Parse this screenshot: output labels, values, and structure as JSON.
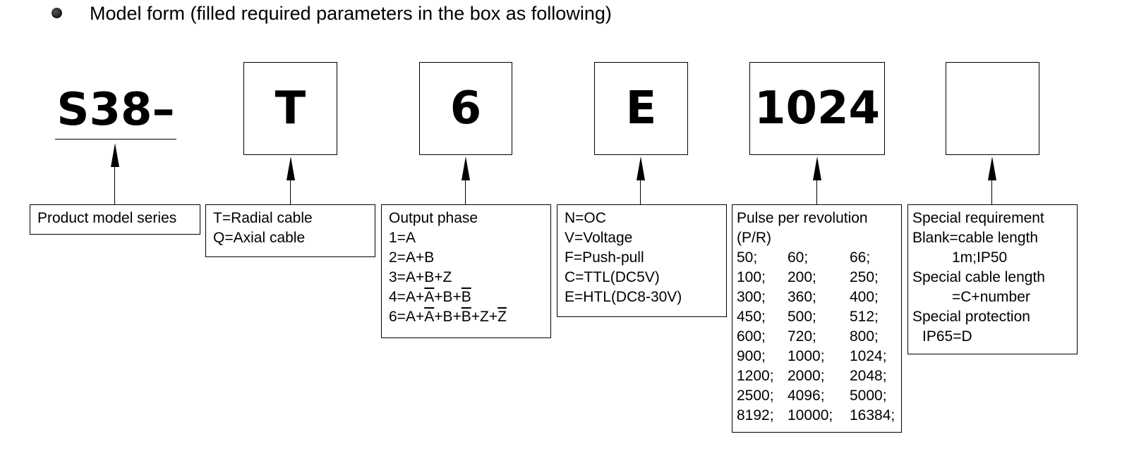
{
  "heading": "Model form (filled required parameters in the box as following)",
  "series": {
    "code": "S38–",
    "desc": "Product model series"
  },
  "cable": {
    "code": "T",
    "lines": [
      "T=Radial cable",
      "Q=Axial cable"
    ]
  },
  "phase": {
    "code": "6",
    "title": "Output phase",
    "opt1": "1=A",
    "opt2": "2=A+B",
    "opt3": "3=A+B+Z",
    "opt4": {
      "p1": "4=A+",
      "p2": "A",
      "p3": "+B+",
      "p4": "B"
    },
    "opt6": {
      "p1": "6=A+",
      "p2": "A",
      "p3": "+B+",
      "p4": "B",
      "p5": "+Z+",
      "p6": "Z"
    }
  },
  "output": {
    "code": "E",
    "lines": [
      "N=OC",
      "V=Voltage",
      "F=Push-pull",
      "C=TTL(DC5V)",
      "E=HTL(DC8-30V)"
    ]
  },
  "pulse": {
    "code": "1024",
    "title": "Pulse per revolution",
    "unit": "(P/R)",
    "values": [
      "50;",
      "60;",
      "66;",
      "100;",
      "200;",
      "250;",
      "300;",
      "360;",
      "400;",
      "450;",
      "500;",
      "512;",
      "600;",
      "720;",
      "800;",
      "900;",
      "1000;",
      "1024;",
      "1200;",
      "2000;",
      "2048;",
      "2500;",
      "4096;",
      "5000;",
      "8192;",
      "10000;",
      "16384;"
    ]
  },
  "special": {
    "code": "",
    "lines": [
      "Special requirement",
      "Blank=cable length",
      "1m;IP50",
      "Special cable length",
      "=C+number",
      "Special protection",
      "IP65=D"
    ]
  }
}
